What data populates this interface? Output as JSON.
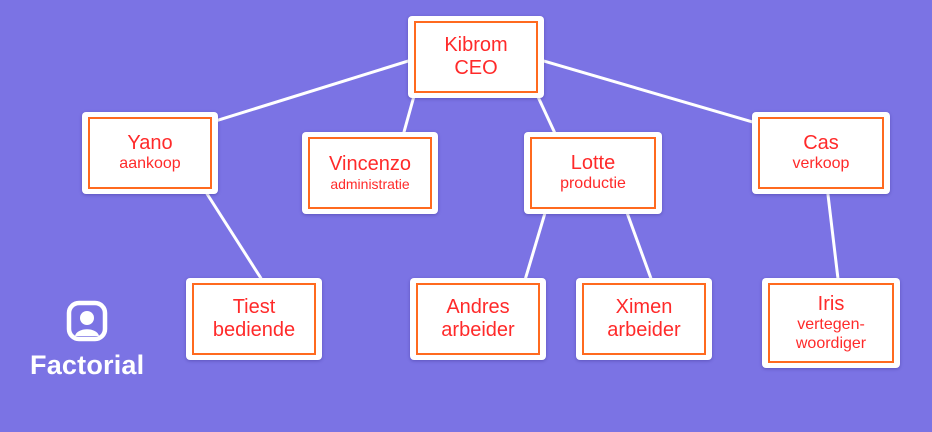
{
  "brand": {
    "name": "Factorial",
    "icon": "user-badge-icon"
  },
  "colors": {
    "background": "#7b73e4",
    "box_border": "#ff6a1f",
    "text": "#ff2a2a",
    "connector": "#ffffff"
  },
  "nodes": {
    "kibrom": {
      "name": "Kibrom",
      "role": "CEO"
    },
    "yano": {
      "name": "Yano",
      "role": "aankoop"
    },
    "vincenzo": {
      "name": "Vincenzo",
      "role": "administratie"
    },
    "lotte": {
      "name": "Lotte",
      "role": "productie"
    },
    "cas": {
      "name": "Cas",
      "role": "verkoop"
    },
    "tiest": {
      "name": "Tiest",
      "role": "bediende"
    },
    "andres": {
      "name": "Andres",
      "role": "arbeider"
    },
    "ximen": {
      "name": "Ximen",
      "role": "arbeider"
    },
    "iris": {
      "name": "Iris",
      "role": "vertegen-woordiger"
    }
  },
  "reports_to": [
    [
      "kibrom",
      "yano"
    ],
    [
      "kibrom",
      "vincenzo"
    ],
    [
      "kibrom",
      "lotte"
    ],
    [
      "kibrom",
      "cas"
    ],
    [
      "yano",
      "tiest"
    ],
    [
      "lotte",
      "andres"
    ],
    [
      "lotte",
      "ximen"
    ],
    [
      "cas",
      "iris"
    ]
  ]
}
